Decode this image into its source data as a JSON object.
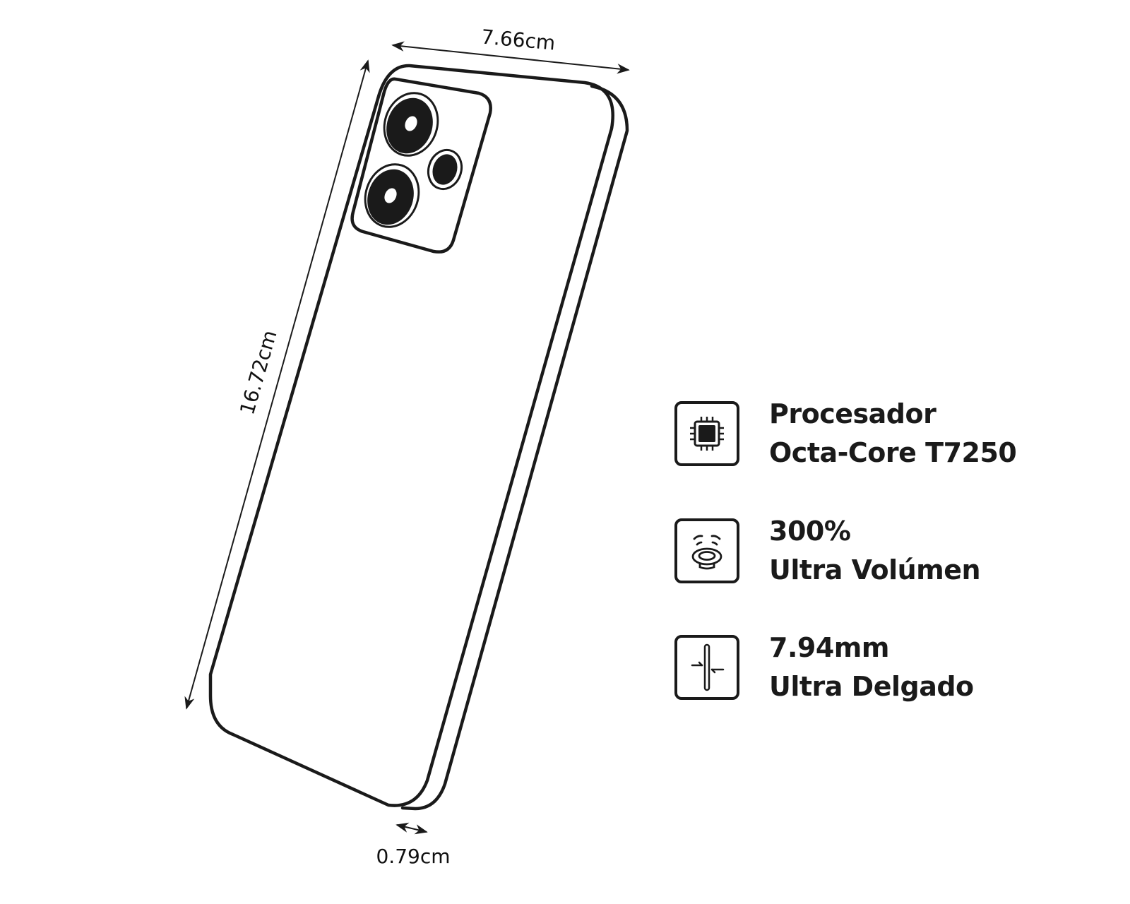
{
  "dimensions": {
    "width": "7.66cm",
    "height": "16.72cm",
    "depth": "0.79cm"
  },
  "features": [
    {
      "icon": "cpu-chip-icon",
      "line1": "Procesador",
      "line2": "Octa-Core T7250"
    },
    {
      "icon": "speaker-icon",
      "line1": "300%",
      "line2": "Ultra Volúmen"
    },
    {
      "icon": "thickness-icon",
      "line1": "7.94mm",
      "line2": "Ultra Delgado"
    }
  ],
  "colors": {
    "stroke": "#1a1a1a",
    "background": "#ffffff"
  }
}
